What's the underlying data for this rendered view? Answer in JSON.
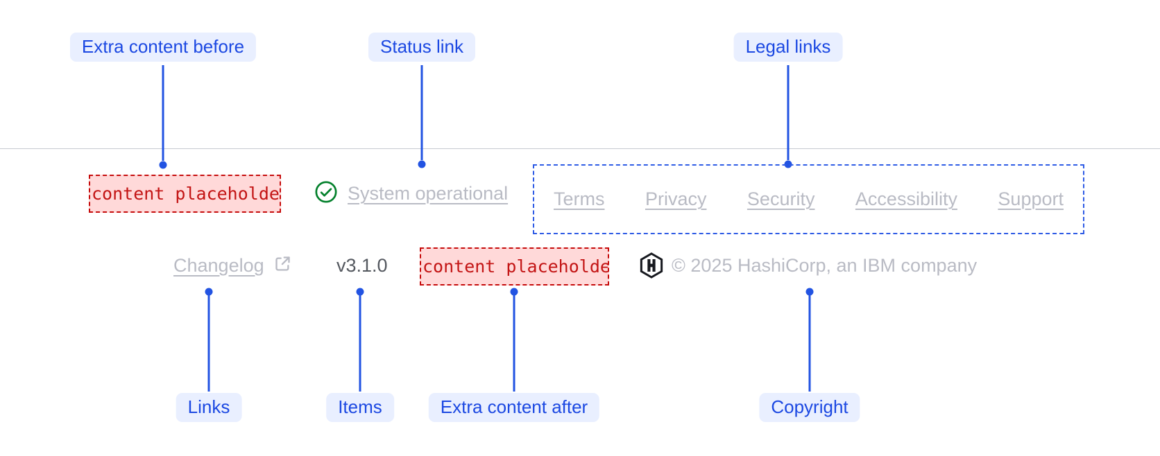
{
  "annotations": {
    "extra_content_before": "Extra content before",
    "status_link": "Status link",
    "legal_links": "Legal links",
    "links": "Links",
    "items": "Items",
    "extra_content_after": "Extra content after",
    "copyright": "Copyright"
  },
  "footer": {
    "extra_before_placeholder": "content placeholder",
    "status": {
      "label": "System operational",
      "icon": "check-circle-icon"
    },
    "legal": {
      "links": [
        "Terms",
        "Privacy",
        "Security",
        "Accessibility",
        "Support"
      ]
    },
    "links_section": {
      "changelog": "Changelog",
      "icon": "external-link-icon"
    },
    "version": "v3.1.0",
    "extra_after_placeholder": "content placeholder",
    "copyright": {
      "text": "© 2025 HashiCorp, an IBM company",
      "logo": "hashicorp-logo"
    }
  },
  "colors": {
    "annotation_blue": "#2253e2",
    "annotation_pill_bg": "#e9efff",
    "annotation_pill_text": "#1b48e2",
    "footer_link_gray": "#b9bbc4",
    "version_gray": "#54585f",
    "divider_gray": "#c7c9d1",
    "status_green": "#03802b",
    "placeholder_red": "#c31414",
    "placeholder_bg": "#ffd9d9",
    "logo_black": "#17191f"
  }
}
